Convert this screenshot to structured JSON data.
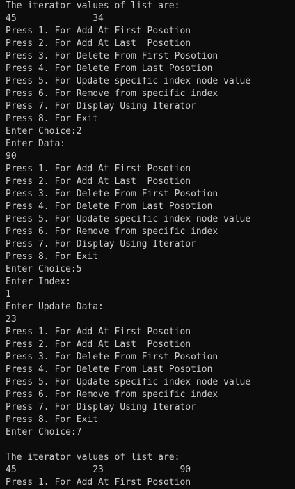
{
  "terminal": {
    "background": "#0c0c0c",
    "foreground": "#cccccc",
    "lines": [
      "The iterator values of list are:",
      "45              34",
      "Press 1. For Add At First Posotion",
      "Press 2. For Add At Last  Posotion",
      "Press 3. For Delete From First Posotion",
      "Press 4. For Delete From Last Posotion",
      "Press 5. For Update specific index node value",
      "Press 6. For Remove from specific index",
      "Press 7. For Display Using Iterator",
      "Press 8. For Exit",
      "Enter Choice:2",
      "Enter Data:",
      "90",
      "Press 1. For Add At First Posotion",
      "Press 2. For Add At Last  Posotion",
      "Press 3. For Delete From First Posotion",
      "Press 4. For Delete From Last Posotion",
      "Press 5. For Update specific index node value",
      "Press 6. For Remove from specific index",
      "Press 7. For Display Using Iterator",
      "Press 8. For Exit",
      "Enter Choice:5",
      "Enter Index:",
      "1",
      "Enter Update Data:",
      "23",
      "Press 1. For Add At First Posotion",
      "Press 2. For Add At Last  Posotion",
      "Press 3. For Delete From First Posotion",
      "Press 4. For Delete From Last Posotion",
      "Press 5. For Update specific index node value",
      "Press 6. For Remove from specific index",
      "Press 7. For Display Using Iterator",
      "Press 8. For Exit",
      "Enter Choice:7",
      "",
      "The iterator values of list are:",
      "45              23              90",
      "Press 1. For Add At First Posotion"
    ]
  }
}
